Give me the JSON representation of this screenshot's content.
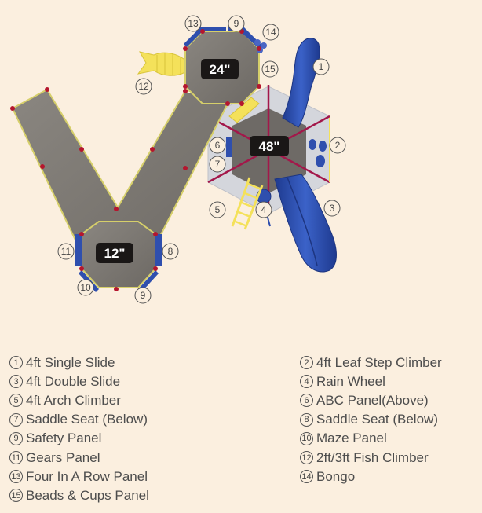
{
  "deck_labels": {
    "deck_12": "12\"",
    "deck_24": "24\"",
    "deck_48": "48\""
  },
  "callouts": [
    {
      "id": "c13",
      "text": "13"
    },
    {
      "id": "c9a",
      "text": "9"
    },
    {
      "id": "c14",
      "text": "14"
    },
    {
      "id": "c1",
      "text": "1"
    },
    {
      "id": "c15",
      "text": "15"
    },
    {
      "id": "c12",
      "text": "12"
    },
    {
      "id": "c6",
      "text": "6"
    },
    {
      "id": "c2",
      "text": "2"
    },
    {
      "id": "c7",
      "text": "7"
    },
    {
      "id": "c5",
      "text": "5"
    },
    {
      "id": "c4",
      "text": "4"
    },
    {
      "id": "c3",
      "text": "3"
    },
    {
      "id": "c11",
      "text": "11"
    },
    {
      "id": "c8",
      "text": "8"
    },
    {
      "id": "c10",
      "text": "10"
    },
    {
      "id": "c9b",
      "text": "9"
    }
  ],
  "legend": [
    {
      "num": "1",
      "label": "4ft Single Slide"
    },
    {
      "num": "2",
      "label": "4ft Leaf Step Climber"
    },
    {
      "num": "3",
      "label": "4ft Double Slide"
    },
    {
      "num": "4",
      "label": "Rain Wheel"
    },
    {
      "num": "5",
      "label": "4ft Arch Climber"
    },
    {
      "num": "6",
      "label": "ABC Panel(Above)"
    },
    {
      "num": "7",
      "label": "Saddle Seat (Below)"
    },
    {
      "num": "8",
      "label": "Saddle Seat (Below)"
    },
    {
      "num": "9",
      "label": "Safety Panel"
    },
    {
      "num": "10",
      "label": "Maze Panel"
    },
    {
      "num": "11",
      "label": "Gears Panel"
    },
    {
      "num": "12",
      "label": "2ft/3ft Fish Climber"
    },
    {
      "num": "13",
      "label": "Four In A Row Panel"
    },
    {
      "num": "14",
      "label": "Bongo"
    },
    {
      "num": "15",
      "label": "Beads & Cups Panel"
    }
  ],
  "colors": {
    "background": "#fbefdf",
    "deck": "#7b7772",
    "deck_edge": "#d6cf6a",
    "post": "#b5162e",
    "blue_part": "#2f4fae",
    "yellow_part": "#f4e15a",
    "hex_roof": "#d4d6dc",
    "label_box": "#1a1716"
  }
}
